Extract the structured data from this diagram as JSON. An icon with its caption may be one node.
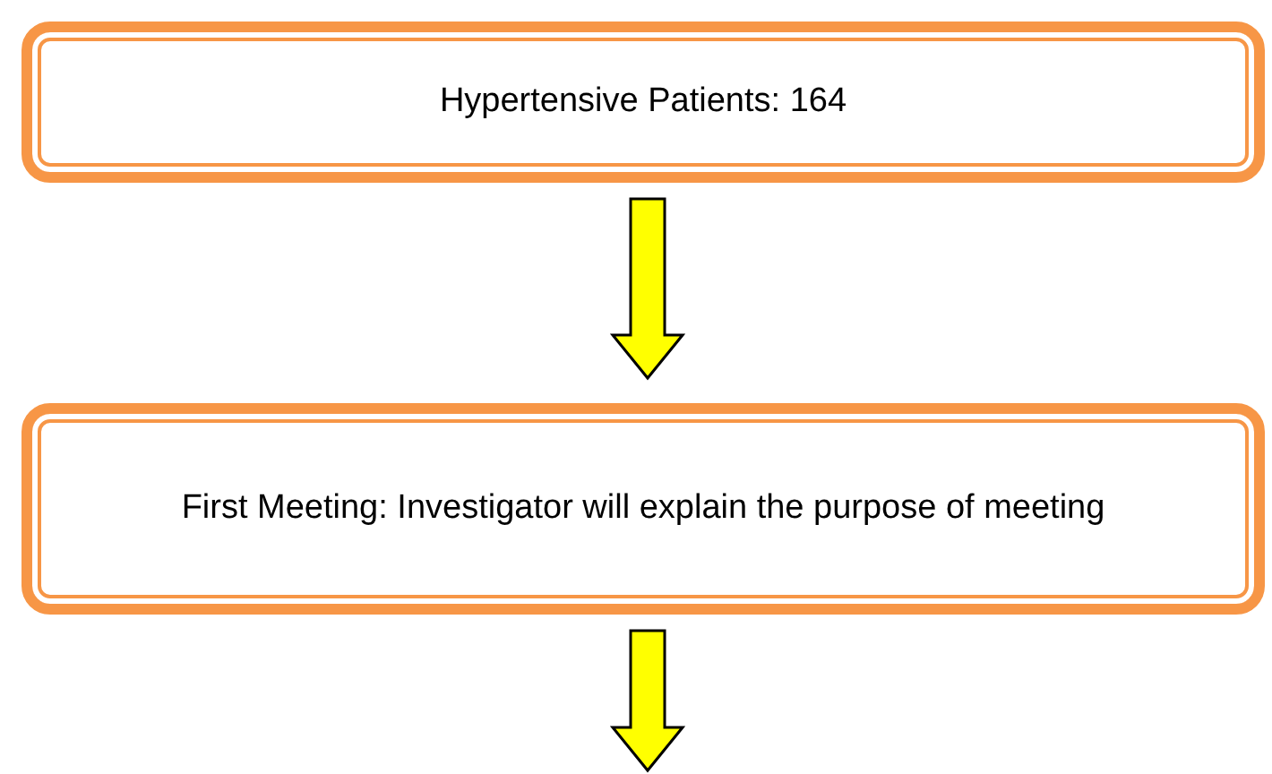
{
  "diagram": {
    "nodes": [
      {
        "text": [
          "Hypertensive Patients: 164"
        ]
      },
      {
        "text": [
          "First Meeting: Investigator will explain the purpose of meeting"
        ]
      }
    ],
    "edges": [
      {
        "from": 0,
        "to": 1,
        "arrow": "to"
      },
      {
        "from": 1,
        "to": null,
        "arrow": "to"
      }
    ]
  }
}
